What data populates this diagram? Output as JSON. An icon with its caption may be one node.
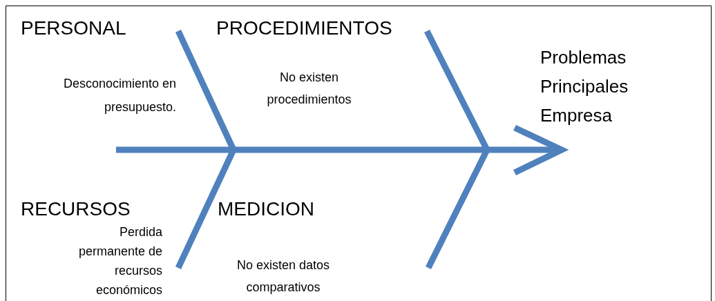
{
  "diagram": {
    "labels": [
      "PERSONAL",
      "PROCEDIMIENTOS",
      "Problemas Principales Empresa",
      "Desconocimiento en presupuesto.",
      "No existen procedimientos",
      "RECURSOS",
      "MEDICION",
      "Perdida permanente de recursos económicos",
      "No existen datos comparativos"
    ]
  }
}
